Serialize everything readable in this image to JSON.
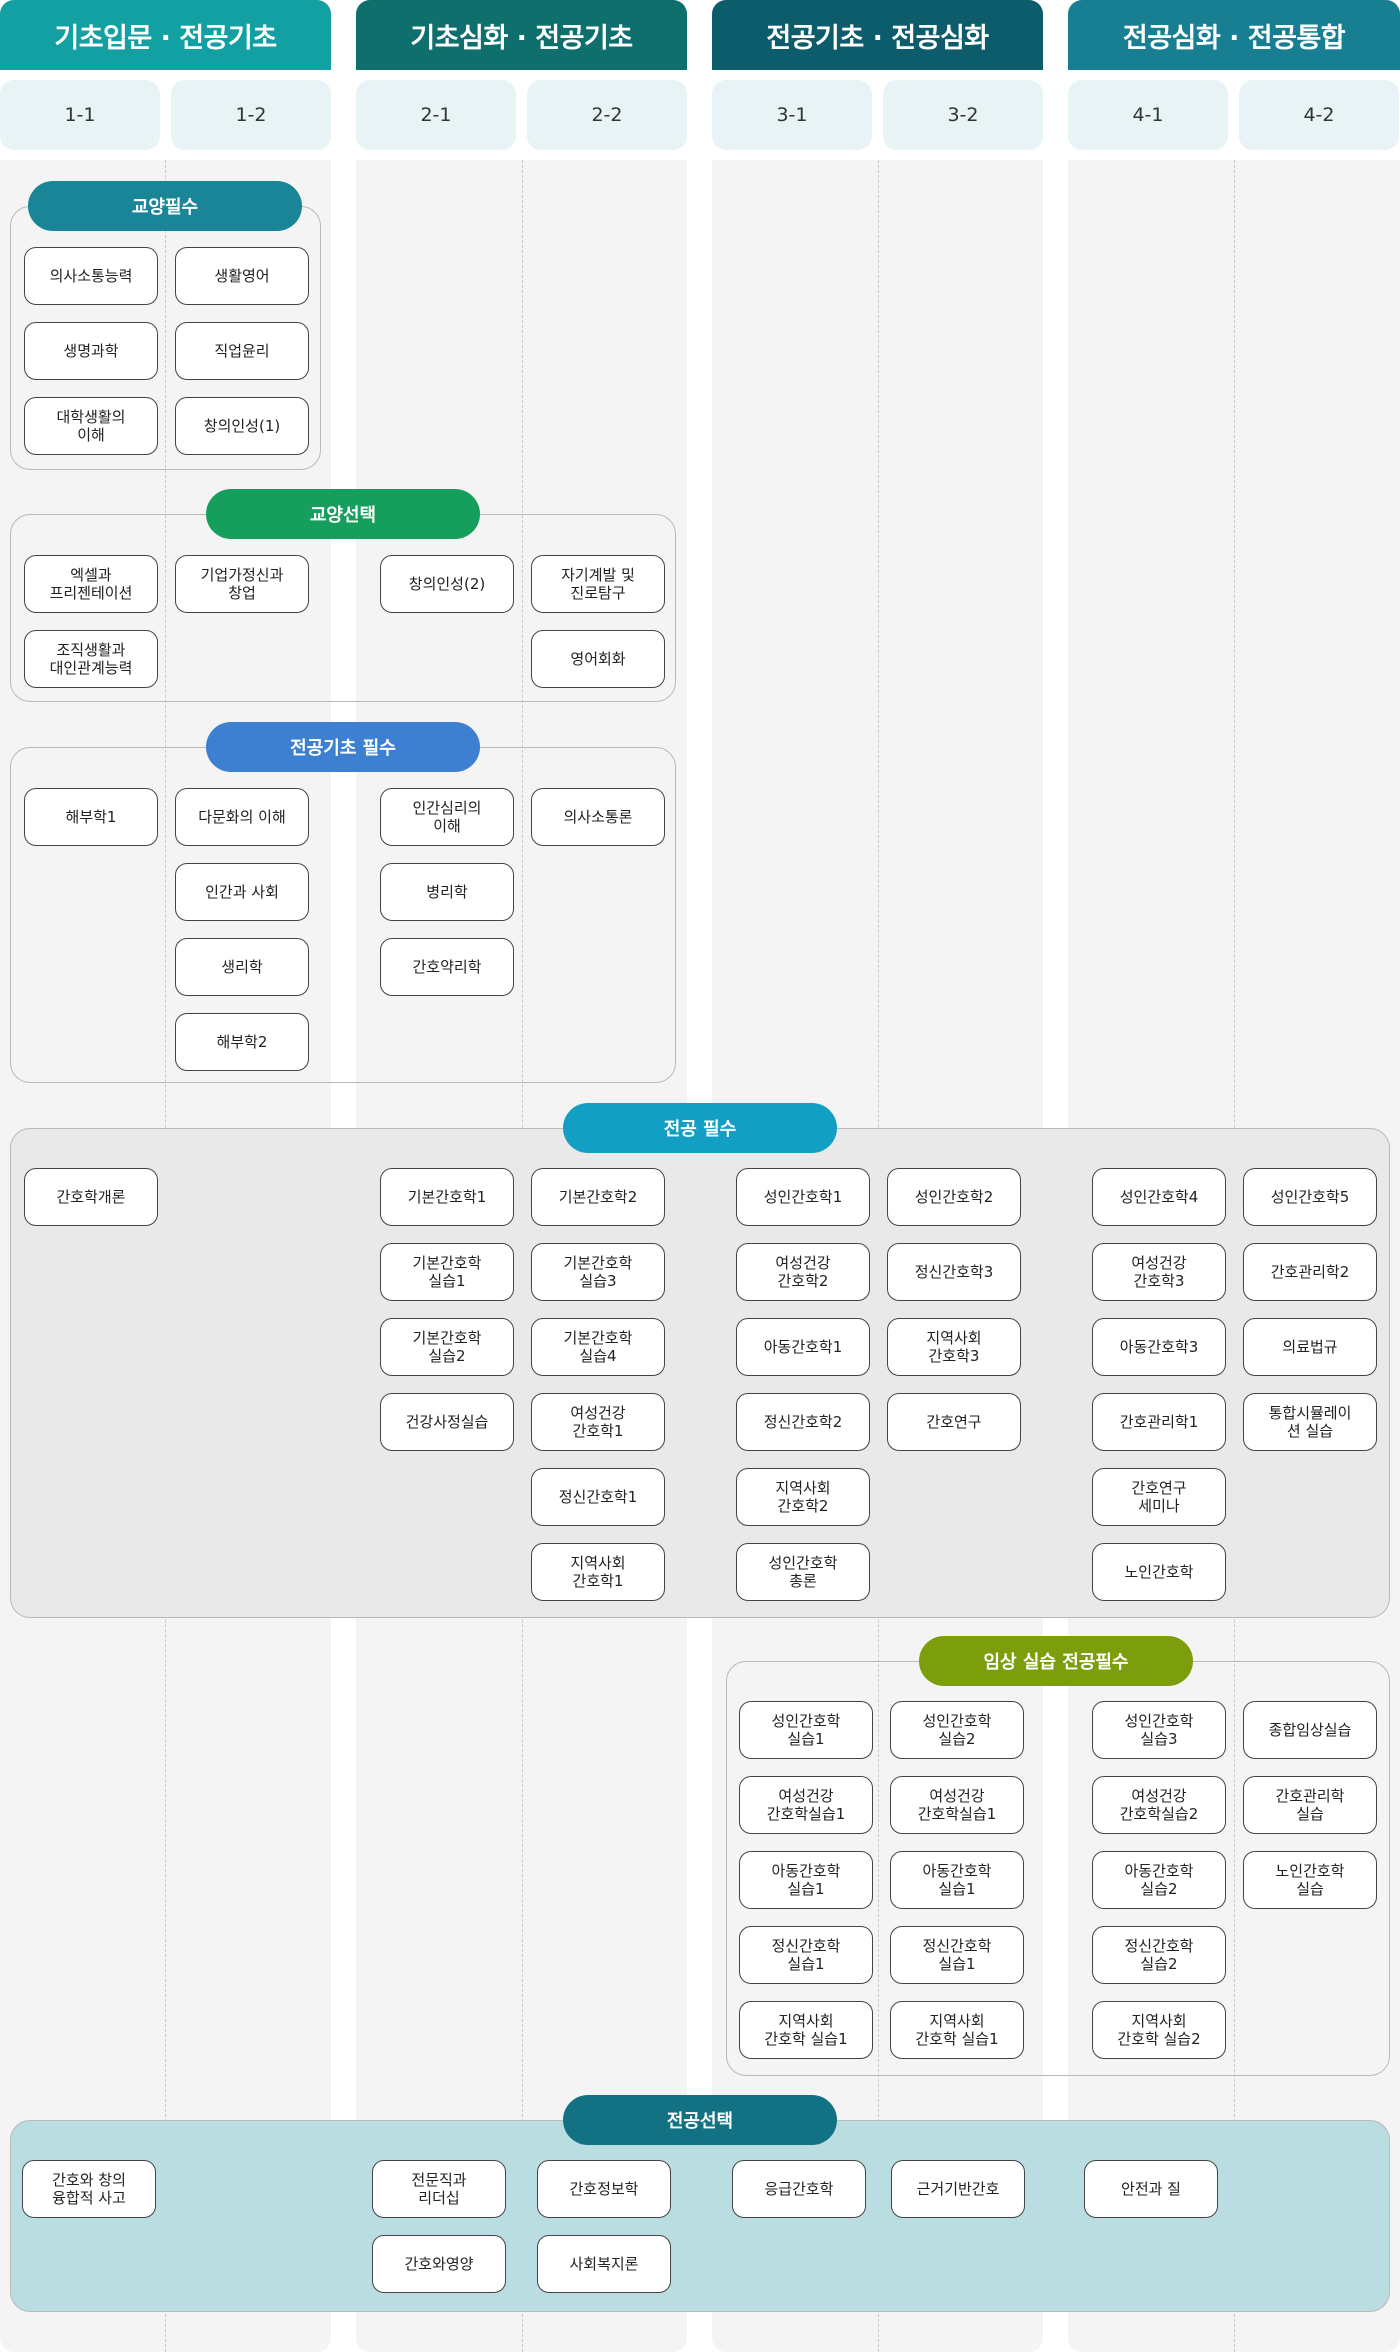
{
  "colors": {
    "year1": "#13a0a3",
    "year2": "#0f6f6d",
    "year3": "#0d5c6c",
    "year4": "#187e91",
    "pill_general_required": "#1a8597",
    "pill_general_elective": "#169e5c",
    "pill_major_basic_required": "#3d7fd1",
    "pill_major_required": "#139fc4",
    "pill_clinical": "#7d9e0c",
    "pill_major_elective": "#127283"
  },
  "years": [
    {
      "title": "기초입문 · 전공기초",
      "semesters": [
        "1-1",
        "1-2"
      ]
    },
    {
      "title": "기초심화 · 전공기초",
      "semesters": [
        "2-1",
        "2-2"
      ]
    },
    {
      "title": "전공기초 · 전공심화",
      "semesters": [
        "3-1",
        "3-2"
      ]
    },
    {
      "title": "전공심화 · 전공통합",
      "semesters": [
        "4-1",
        "4-2"
      ]
    }
  ],
  "sections": {
    "general_required": {
      "label": "교양필수",
      "courses": [
        "의사소통능력",
        "생활영어",
        "생명과학",
        "직업윤리",
        "대학생활의\n이해",
        "창의인성(1)"
      ]
    },
    "general_elective": {
      "label": "교양선택",
      "courses": [
        "엑셀과\n프리젠테이션",
        "기업가정신과\n창업",
        "조직생활과\n대인관계능력",
        "창의인성(2)",
        "자기계발 및\n진로탐구",
        "영어회화"
      ]
    },
    "major_basic_required": {
      "label": "전공기초 필수",
      "courses": [
        "해부학1",
        "다문화의 이해",
        "인간과 사회",
        "생리학",
        "해부학2",
        "인간심리의\n이해",
        "병리학",
        "간호약리학",
        "의사소통론"
      ]
    },
    "major_required": {
      "label": "전공 필수",
      "courses": [
        "간호학개론",
        "기본간호학1",
        "기본간호학\n실습1",
        "기본간호학\n실습2",
        "건강사정실습",
        "기본간호학2",
        "기본간호학\n실습3",
        "기본간호학\n실습4",
        "여성건강\n간호학1",
        "정신간호학1",
        "지역사회\n간호학1",
        "성인간호학1",
        "여성건강\n간호학2",
        "아동간호학1",
        "정신간호학2",
        "지역사회\n간호학2",
        "성인간호학\n총론",
        "성인간호학2",
        "정신간호학3",
        "지역사회\n간호학3",
        "간호연구",
        "성인간호학4",
        "여성건강\n간호학3",
        "아동간호학3",
        "간호관리학1",
        "간호연구\n세미나",
        "노인간호학",
        "성인간호학5",
        "간호관리학2",
        "의료법규",
        "통합시뮬레이\n션 실습"
      ]
    },
    "clinical_required": {
      "label": "임상 실습 전공필수",
      "courses": [
        "성인간호학\n실습1",
        "여성건강\n간호학실습1",
        "아동간호학\n실습1",
        "정신간호학\n실습1",
        "지역사회\n간호학 실습1",
        "성인간호학\n실습2",
        "여성건강\n간호학실습1",
        "아동간호학\n실습1",
        "정신간호학\n실습1",
        "지역사회\n간호학 실습1",
        "성인간호학\n실습3",
        "여성건강\n간호학실습2",
        "아동간호학\n실습2",
        "정신간호학\n실습2",
        "지역사회\n간호학 실습2",
        "종합임상실습",
        "간호관리학\n실습",
        "노인간호학\n실습"
      ]
    },
    "major_elective": {
      "label": "전공선택",
      "courses": [
        "간호와 창의\n융합적 사고",
        "전문직과\n리더십",
        "간호와영양",
        "간호정보학",
        "사회복지론",
        "응급간호학",
        "근거기반간호",
        "안전과 질"
      ]
    }
  }
}
